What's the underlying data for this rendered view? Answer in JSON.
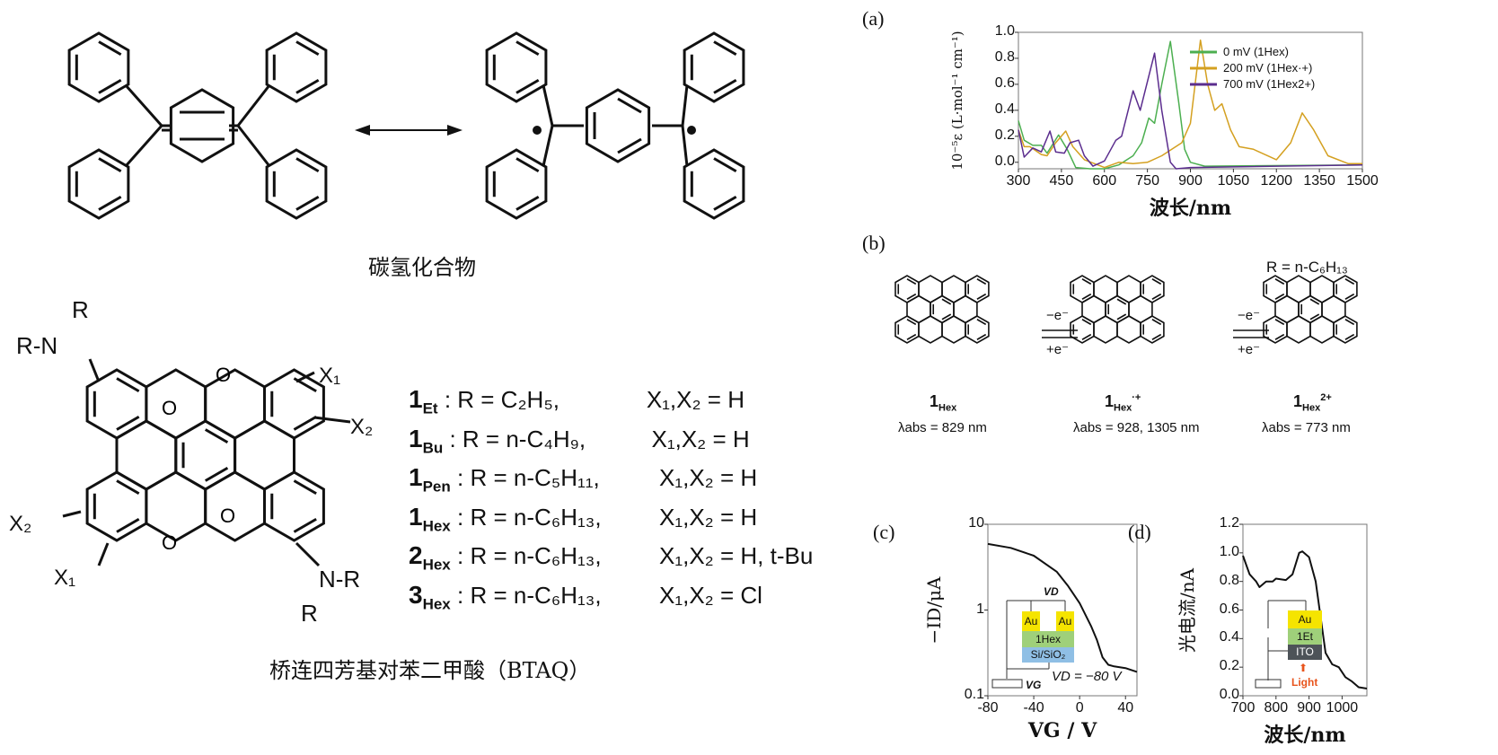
{
  "left": {
    "resonance_caption": "碳氢化合物",
    "btaq_caption": "桥连四芳基对苯二甲酸（BTAQ）",
    "btaq_labels": {
      "r_n": "R-N",
      "r": "R",
      "x1": "X₁",
      "x2": "X₂",
      "o": "O",
      "n_r": "N-R"
    },
    "compounds": [
      {
        "n": "1",
        "sub": "Et",
        "r": ": R = C₂H₅,",
        "x": "X₁,X₂ = H"
      },
      {
        "n": "1",
        "sub": "Bu",
        "r": ": R = n-C₄H₉,",
        "x": "X₁,X₂ = H"
      },
      {
        "n": "1",
        "sub": "Pen",
        "r": ": R = n-C₅H₁₁,",
        "x": "X₁,X₂ = H"
      },
      {
        "n": "1",
        "sub": "Hex",
        "r": ": R = n-C₆H₁₃,",
        "x": "X₁,X₂ = H"
      },
      {
        "n": "2",
        "sub": "Hex",
        "r": ": R = n-C₆H₁₃,",
        "x": "X₁,X₂ = H, t-Bu"
      },
      {
        "n": "3",
        "sub": "Hex",
        "r": ": R = n-C₆H₁₃,",
        "x": "X₁,X₂ = Cl"
      }
    ]
  },
  "panel_b": {
    "label": "(b)",
    "r_def": "R = n-C₆H₁₃",
    "ox_label": "−e⁻",
    "red_label": "+e⁻",
    "species": [
      {
        "name": "1",
        "sub": "Hex",
        "sup": "",
        "lambda": "λabs = 829 nm"
      },
      {
        "name": "1",
        "sub": "Hex",
        "sup": "·+",
        "lambda": "λabs = 928, 1305 nm"
      },
      {
        "name": "1",
        "sub": "Hex",
        "sup": "2+",
        "lambda": "λabs = 773 nm"
      }
    ]
  },
  "chart_data": [
    {
      "id": "a",
      "label": "(a)",
      "type": "line",
      "xlabel": "波长/nm",
      "ylabel": "10⁻⁵ε (L·mol⁻¹ cm⁻¹)",
      "xlim": [
        300,
        1500
      ],
      "ylim": [
        -0.05,
        1.0
      ],
      "xticks": [
        300,
        450,
        600,
        750,
        900,
        1050,
        1200,
        1350,
        1500
      ],
      "yticks": [
        "0.0",
        "0.2",
        "0.4",
        "0.6",
        "0.8",
        "1.0"
      ],
      "legend": "top-right",
      "series": [
        {
          "name": "0 mV (1Hex)",
          "color": "#4caf50",
          "x": [
            300,
            320,
            350,
            380,
            400,
            440,
            470,
            500,
            550,
            600,
            650,
            700,
            730,
            755,
            775,
            800,
            830,
            860,
            880,
            900,
            950,
            1500
          ],
          "y": [
            0.32,
            0.17,
            0.13,
            0.13,
            0.07,
            0.21,
            0.1,
            -0.04,
            -0.05,
            -0.05,
            -0.02,
            0.05,
            0.15,
            0.34,
            0.3,
            0.6,
            0.93,
            0.45,
            0.1,
            0,
            -0.03,
            -0.02
          ]
        },
        {
          "name": "200 mV (1Hex·+)",
          "color": "#d4a020",
          "x": [
            300,
            320,
            340,
            380,
            400,
            430,
            465,
            490,
            530,
            600,
            650,
            700,
            750,
            800,
            870,
            900,
            935,
            960,
            985,
            1010,
            1040,
            1070,
            1120,
            1200,
            1250,
            1290,
            1330,
            1380,
            1450,
            1500
          ],
          "y": [
            0.25,
            0.12,
            0.12,
            0.06,
            0.05,
            0.15,
            0.24,
            0.12,
            0.02,
            -0.04,
            0,
            -0.01,
            0,
            0.05,
            0.15,
            0.3,
            0.94,
            0.6,
            0.4,
            0.45,
            0.25,
            0.12,
            0.1,
            0.02,
            0.15,
            0.38,
            0.25,
            0.05,
            -0.01,
            -0.01
          ]
        },
        {
          "name": "700 mV (1Hex2+)",
          "color": "#5b2d8e",
          "x": [
            300,
            320,
            350,
            380,
            410,
            430,
            460,
            480,
            510,
            530,
            560,
            600,
            640,
            660,
            700,
            725,
            775,
            800,
            830,
            850,
            900,
            1500
          ],
          "y": [
            0.25,
            0.04,
            0.11,
            0.08,
            0.24,
            0.08,
            0.07,
            0.15,
            0.17,
            0.05,
            -0.03,
            0.01,
            0.17,
            0.2,
            0.55,
            0.4,
            0.84,
            0.4,
            0,
            -0.05,
            -0.04,
            -0.02
          ]
        }
      ]
    },
    {
      "id": "c",
      "label": "(c)",
      "type": "line",
      "xlabel": "VG / V",
      "ylabel": "−ID/μA",
      "yscale": "log",
      "xlim": [
        -80,
        50
      ],
      "ylim": [
        0.1,
        10
      ],
      "xticks": [
        -80,
        -40,
        0,
        40
      ],
      "yticks": [
        "0.1",
        "1",
        "10"
      ],
      "annotation": "VD = −80 V",
      "inset": {
        "au": "Au",
        "layer": "1Hex",
        "substrate": "Si/SiO₂",
        "vd": "VD",
        "vg": "VG"
      },
      "series": [
        {
          "name": "transfer",
          "color": "#111111",
          "x": [
            -80,
            -60,
            -40,
            -20,
            -10,
            0,
            10,
            15,
            20,
            25,
            30,
            40,
            50
          ],
          "y": [
            5.9,
            5.3,
            4.3,
            2.8,
            1.9,
            1.2,
            0.65,
            0.45,
            0.28,
            0.23,
            0.22,
            0.21,
            0.19
          ]
        }
      ]
    },
    {
      "id": "d",
      "label": "(d)",
      "type": "line",
      "xlabel": "波长/nm",
      "ylabel": "光电流/nA",
      "xlim": [
        700,
        1075
      ],
      "ylim": [
        0,
        1.2
      ],
      "xticks": [
        700,
        800,
        900,
        1000
      ],
      "yticks": [
        "0.0",
        "0.2",
        "0.4",
        "0.6",
        "0.8",
        "1.0",
        "1.2"
      ],
      "inset": {
        "au": "Au",
        "layer": "1Et",
        "ito": "ITO",
        "light": "Light"
      },
      "series": [
        {
          "name": "photocurrent",
          "color": "#111111",
          "x": [
            700,
            720,
            740,
            750,
            770,
            790,
            800,
            830,
            850,
            870,
            880,
            900,
            920,
            935,
            950,
            970,
            990,
            1010,
            1030,
            1050,
            1075
          ],
          "y": [
            0.98,
            0.85,
            0.8,
            0.76,
            0.8,
            0.8,
            0.82,
            0.81,
            0.85,
            1.0,
            1.01,
            0.97,
            0.8,
            0.55,
            0.3,
            0.22,
            0.2,
            0.13,
            0.1,
            0.06,
            0.05
          ]
        }
      ]
    }
  ]
}
